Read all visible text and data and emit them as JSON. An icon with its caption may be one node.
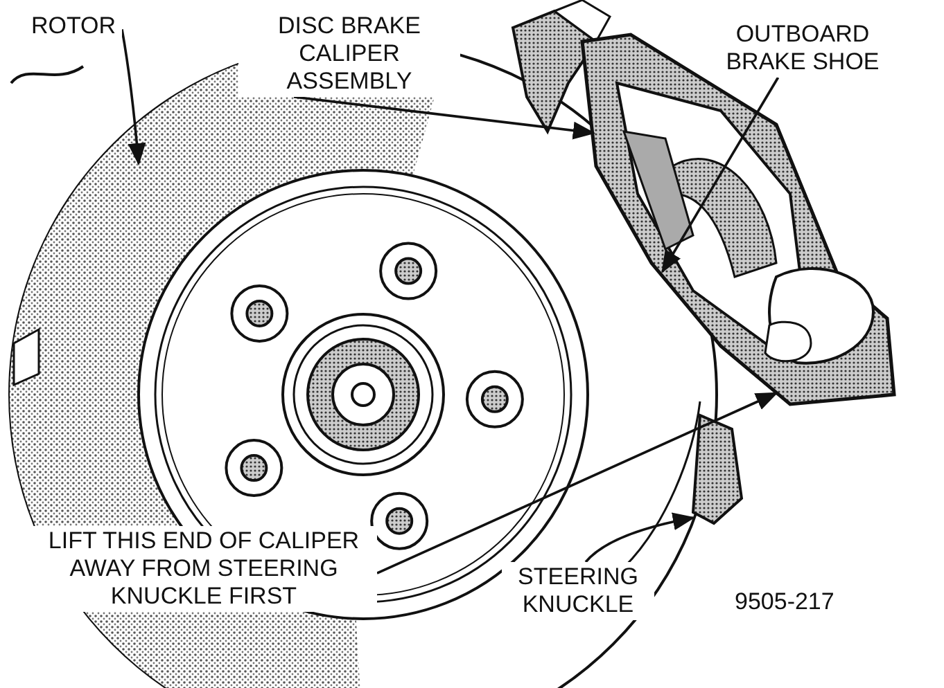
{
  "diagram": {
    "nodes": [
      {
        "text": [
          "ROTOR"
        ]
      },
      {
        "text": [
          "DISC BRAKE CALIPER ASSEMBLY"
        ]
      },
      {
        "text": [
          "OUTBOARD BRAKE SHOE"
        ]
      },
      {
        "text": [
          "LIFT THIS END OF CALIPER AWAY FROM STEERING KNUCKLE FIRST"
        ]
      },
      {
        "text": [
          "STEERING KNUCKLE"
        ]
      }
    ],
    "edges": [
      {
        "from": 0,
        "to": null,
        "arrow": "to"
      },
      {
        "from": 1,
        "to": null,
        "arrow": "to"
      },
      {
        "from": 2,
        "to": null,
        "arrow": "to"
      },
      {
        "from": 3,
        "to": null,
        "arrow": "to"
      },
      {
        "from": 4,
        "to": null,
        "arrow": "to"
      }
    ],
    "labels": [
      "9505-217"
    ]
  }
}
